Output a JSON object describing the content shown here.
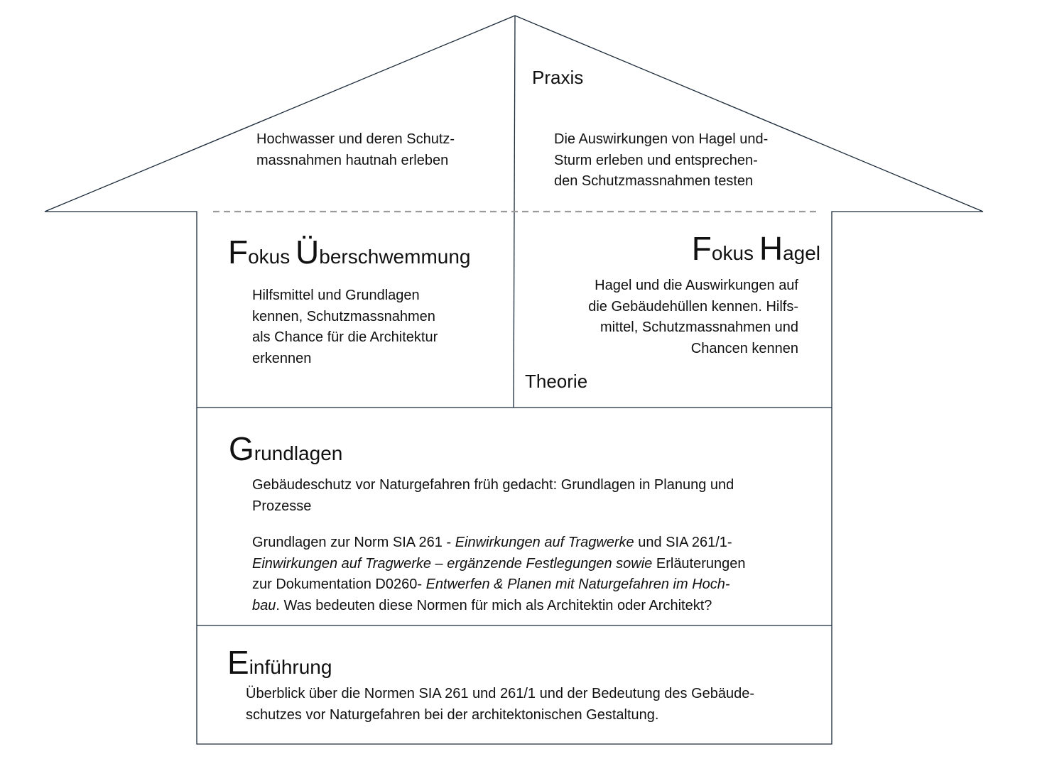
{
  "colors": {
    "outline": "#1b2a3a",
    "dashed_divider": "#9a9a9a",
    "text": "#111111"
  },
  "roof": {
    "praxis_label": "Praxis",
    "left_text_lines": [
      "Hochwasser und deren Schutz-",
      "massnahmen hautnah erleben"
    ],
    "right_text_lines": [
      "Die Auswirkungen von Hagel und-",
      "Sturm erleben und entsprechen-",
      "den Schutzmassnahmen testen"
    ]
  },
  "fokus_ueberschwemmung": {
    "title_initial_1": "F",
    "title_rest_1": "okus ",
    "title_initial_2": "Ü",
    "title_rest_2": "berschwemmung",
    "text_lines": [
      "Hilfsmittel und Grundlagen",
      "kennen, Schutzmassnahmen",
      "als Chance für die Architektur",
      "erkennen"
    ]
  },
  "fokus_hagel": {
    "title_initial_1": "F",
    "title_rest_1": "okus ",
    "title_initial_2": "H",
    "title_rest_2": "agel",
    "text_lines": [
      "Hagel und die Auswirkungen auf",
      "die Gebäudehüllen kennen. Hilfs-",
      "mittel, Schutzmassnahmen und",
      "Chancen kennen"
    ]
  },
  "theorie_label": "Theorie",
  "grundlagen": {
    "title_initial": "G",
    "title_rest": "rundlagen",
    "paragraph1_lines": [
      "Gebäudeschutz vor Naturgefahren früh gedacht: Grundlagen in Planung und",
      "Prozesse"
    ],
    "p2_l1_a": "Grundlagen zur Norm SIA 261 - ",
    "p2_l1_b": "Einwirkungen auf Tragwerke",
    "p2_l1_c": " und SIA 261/1-",
    "p2_l2_a": "Einwirkungen auf Tragwerke – ergänzende Festlegungen sowie",
    "p2_l2_b": " Erläuterungen",
    "p2_l3_a": "zur Dokumentation D0260- ",
    "p2_l3_b": "Entwerfen & Planen mit Naturgefahren im Hoch-",
    "p2_l4_a": "bau",
    "p2_l4_b": ". Was bedeuten diese Normen für mich als Architektin oder Architekt?"
  },
  "einfuehrung": {
    "title_initial": "E",
    "title_rest": "inführung",
    "text_lines": [
      "Überblick über die Normen SIA 261 und 261/1 und der Bedeutung des Gebäude-",
      "schutzes vor Naturgefahren bei der architektonischen Gestaltung."
    ]
  }
}
